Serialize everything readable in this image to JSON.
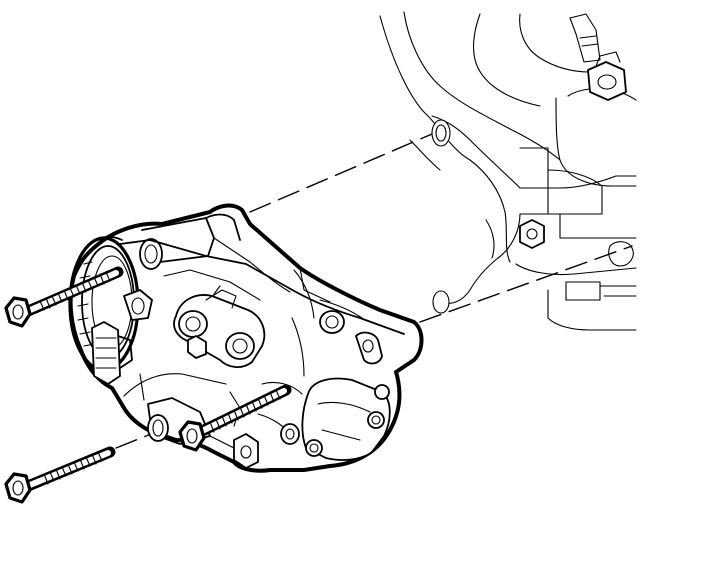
{
  "illustration": {
    "subject": "ac-compressor-bolt-installation",
    "engine_block": {
      "visible": true
    },
    "compressor": {
      "visible": true
    },
    "bolts": {
      "count": 3,
      "style": "threaded-hex-head"
    },
    "alignment_lines": {
      "style": "dashed"
    }
  },
  "colors": {
    "line": "#000000",
    "background": "#ffffff"
  }
}
